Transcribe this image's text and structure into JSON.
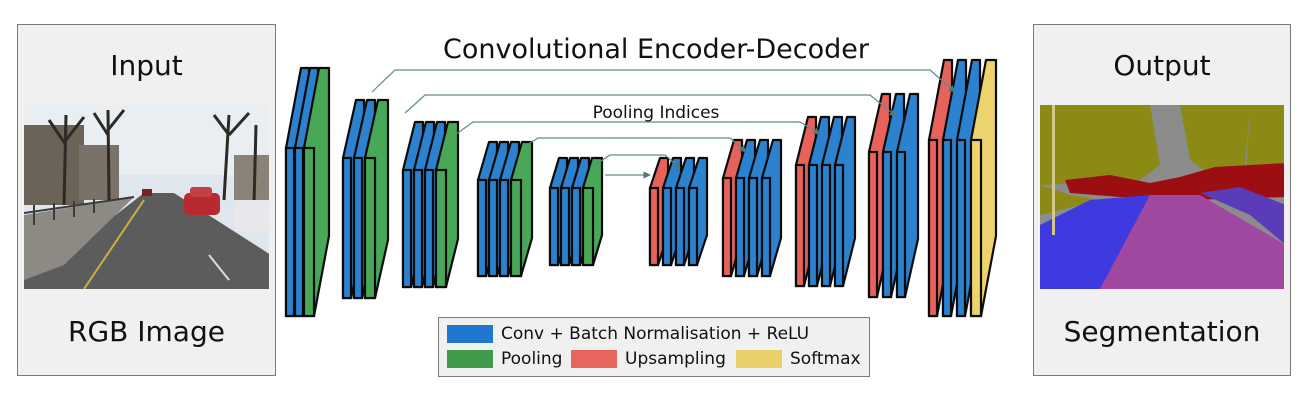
{
  "input_panel": {
    "title": "Input",
    "caption": "RGB Image"
  },
  "output_panel": {
    "title": "Output",
    "caption": "Segmentation"
  },
  "diagram": {
    "title": "Convolutional Encoder-Decoder",
    "skip_label": "Pooling Indices"
  },
  "legend": {
    "conv": {
      "label": "Conv + Batch Normalisation + ReLU",
      "color": "#1f77d0"
    },
    "pooling": {
      "label": "Pooling",
      "color": "#3f9a4a"
    },
    "upsampling": {
      "label": "Upsampling",
      "color": "#e8655e"
    },
    "softmax": {
      "label": "Softmax",
      "color": "#ead06b"
    }
  },
  "colors": {
    "conv": "#2c82cf",
    "pool": "#48a857",
    "upsample": "#e6625b",
    "softmax": "#ecd36e",
    "panel_bg": "#f0f0f0",
    "seg_sky": "#8c8c8c",
    "seg_building": "#8a8a14",
    "seg_car": "#9c0e12",
    "seg_road": "#a047a0",
    "seg_pavement": "#3f39e0",
    "seg_pole": "#d2c88c"
  },
  "encoder": [
    {
      "layers": [
        "conv",
        "conv",
        "pool"
      ]
    },
    {
      "layers": [
        "conv",
        "conv",
        "pool"
      ]
    },
    {
      "layers": [
        "conv",
        "conv",
        "conv",
        "pool"
      ]
    },
    {
      "layers": [
        "conv",
        "conv",
        "conv",
        "pool"
      ]
    },
    {
      "layers": [
        "conv",
        "conv",
        "conv",
        "pool"
      ]
    }
  ],
  "decoder": [
    {
      "layers": [
        "upsample",
        "conv",
        "conv",
        "conv"
      ]
    },
    {
      "layers": [
        "upsample",
        "conv",
        "conv",
        "conv"
      ]
    },
    {
      "layers": [
        "upsample",
        "conv",
        "conv",
        "conv"
      ]
    },
    {
      "layers": [
        "upsample",
        "conv",
        "conv"
      ]
    },
    {
      "layers": [
        "upsample",
        "conv",
        "conv",
        "softmax"
      ]
    }
  ]
}
